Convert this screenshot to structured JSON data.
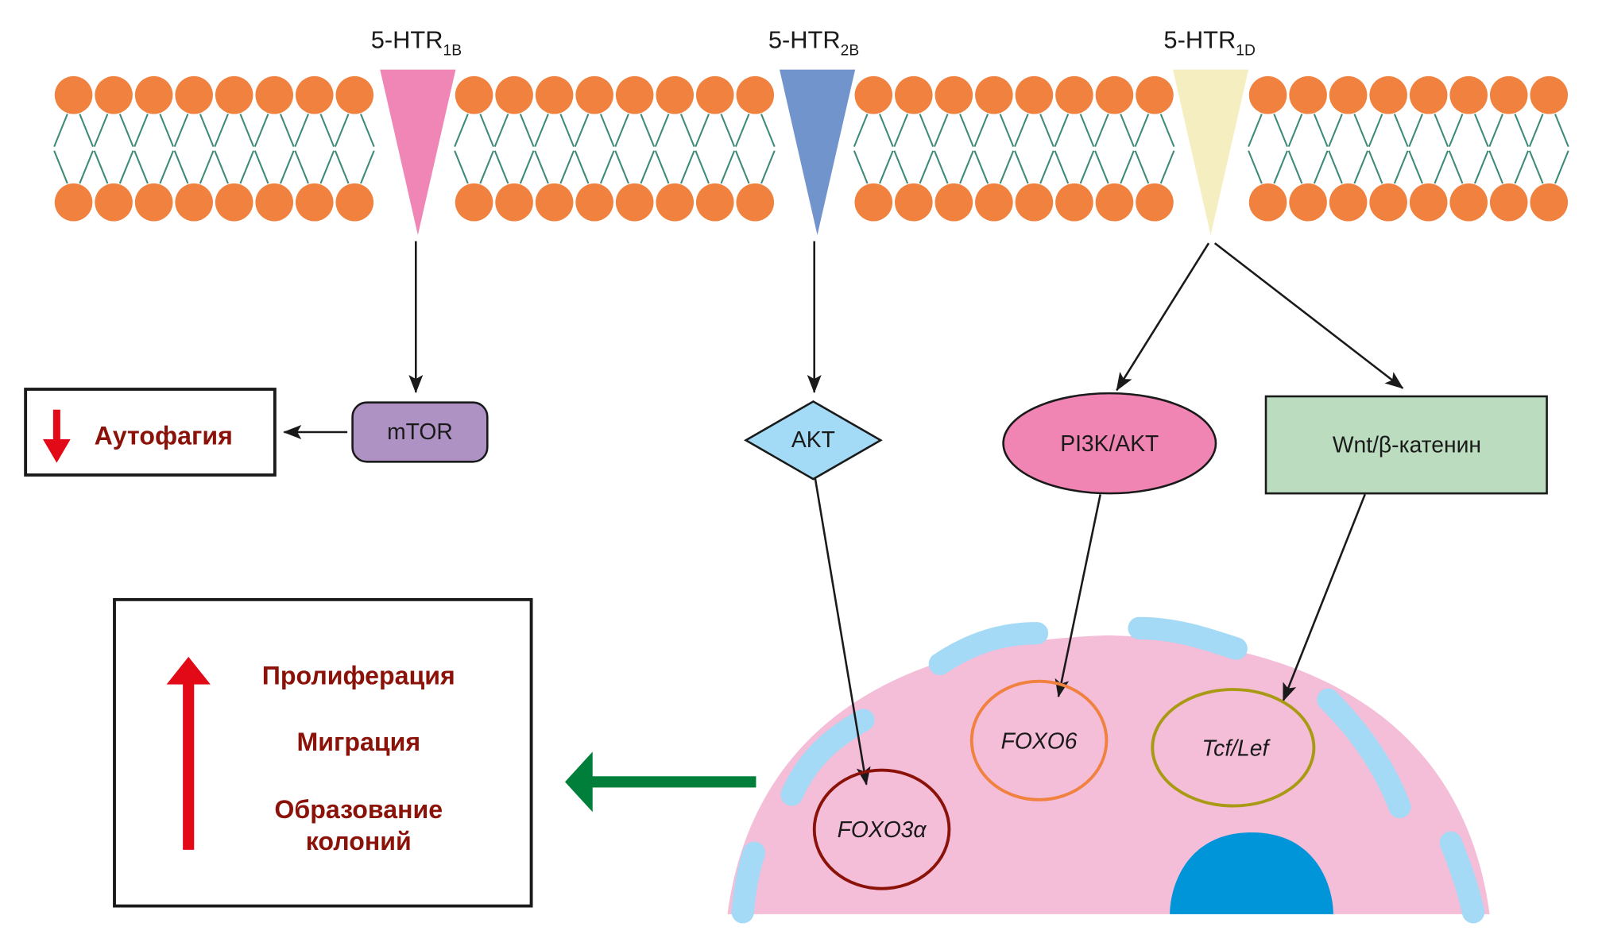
{
  "receptors": [
    {
      "id": "r1b",
      "name": "5-HTR",
      "subscript": "1B",
      "color": "#f086b5"
    },
    {
      "id": "r2b",
      "name": "5-HTR",
      "subscript": "2B",
      "color": "#7294cc"
    },
    {
      "id": "r1d",
      "name": "5-HTR",
      "subscript": "1D",
      "color": "#f5eec0"
    }
  ],
  "membrane": {
    "head_color": "#f0813e",
    "tail_color": "#3d8a78"
  },
  "nodes": {
    "mtor": {
      "label": "mTOR",
      "color": "#ae92c4"
    },
    "akt": {
      "label": "AKT",
      "color": "#a3daf5"
    },
    "pi3k": {
      "label": "PI3K/AKT",
      "color": "#f085b4"
    },
    "wnt": {
      "label": "Wnt/β-катенин",
      "color": "#bcdcbf"
    }
  },
  "genes": {
    "foxo6": {
      "label": "FOXO6",
      "color": "#f0813e"
    },
    "tcf": {
      "label": "Tcf/Lef",
      "color": "#a89a12"
    },
    "foxo3a": {
      "label": "FOXO3α",
      "color": "#8b1209"
    }
  },
  "autophagy_box": {
    "label": "Аутофагия",
    "direction": "down"
  },
  "effects_box": {
    "direction": "up",
    "items": [
      "Пролиферация",
      "Миграция",
      "Образование",
      "колоний"
    ]
  },
  "colors": {
    "cell": "#f4bdd8",
    "cell_membrane": "#a4daf5",
    "nucleolus": "#0094d9",
    "red_arrow": "#e20a17",
    "green_arrow": "#007f3a",
    "effect_text": "#8b1209"
  }
}
